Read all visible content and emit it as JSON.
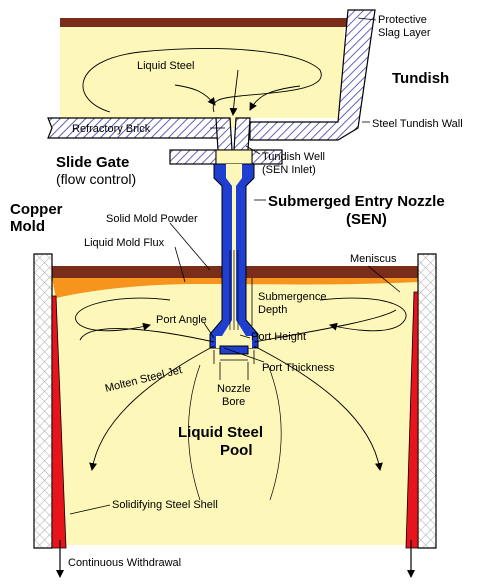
{
  "labels": {
    "protective_slag_layer": [
      "Protective",
      "Slag Layer"
    ],
    "liquid_steel": "Liquid Steel",
    "tundish": "Tundish",
    "refractory_brick": "Refractory Brick",
    "steel_tundish_wall": "Steel Tundish Wall",
    "slide_gate": "Slide Gate",
    "flow_control": "(flow control)",
    "tundish_well": [
      "Tundish Well",
      "(SEN Inlet)"
    ],
    "copper_mold": [
      "Copper",
      "Mold"
    ],
    "sen": [
      "Submerged Entry Nozzle",
      "(SEN)"
    ],
    "solid_mold_powder": "Solid Mold Powder",
    "liquid_mold_flux": "Liquid Mold Flux",
    "meniscus": "Meniscus",
    "submergence_depth": [
      "Submergence",
      "Depth"
    ],
    "port_angle": "Port Angle",
    "port_height": "Port Height",
    "port_thickness": "Port Thickness",
    "molten_steel_jet": "Molten Steel Jet",
    "nozzle_bore": [
      "Nozzle",
      "Bore"
    ],
    "liquid_steel_pool": [
      "Liquid Steel",
      "Pool"
    ],
    "solidifying_steel_shell": "Solidifying Steel Shell",
    "continuous_withdrawal": "Continuous Withdrawal"
  },
  "colors": {
    "liquid_steel": "#fdf7b9",
    "slag": "#7a2e1a",
    "flux": "#f7941d",
    "sen": "#1f3fd1",
    "shell": "#e8141c",
    "hatch": "#3a3aa8",
    "copper_hatch": "#999999"
  }
}
